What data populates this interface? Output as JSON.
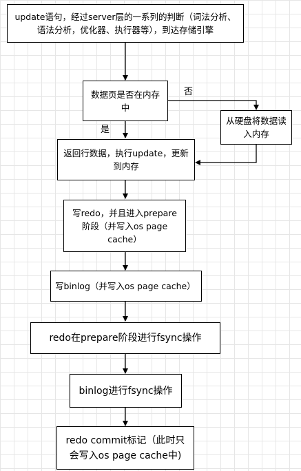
{
  "nodes": {
    "n1": "update语句，经过server层的一系列的判断（词法分析、语法分析，优化器、执行器等），到达存储引擎",
    "n2": "数据页是否在内存中",
    "n3": "从硬盘将数据读入内存",
    "n4": "返回行数据，执行update，更新到内存",
    "n5": "写redo，并且进入prepare阶段（并写入os page cache）",
    "n6": "写binlog（并写入os page cache）",
    "n7": "redo在prepare阶段进行fsync操作",
    "n8": "binlog进行fsync操作",
    "n9": "redo commit标记（此时只会写入os page cache中)"
  },
  "edge_labels": {
    "no": "否",
    "yes": "是"
  }
}
